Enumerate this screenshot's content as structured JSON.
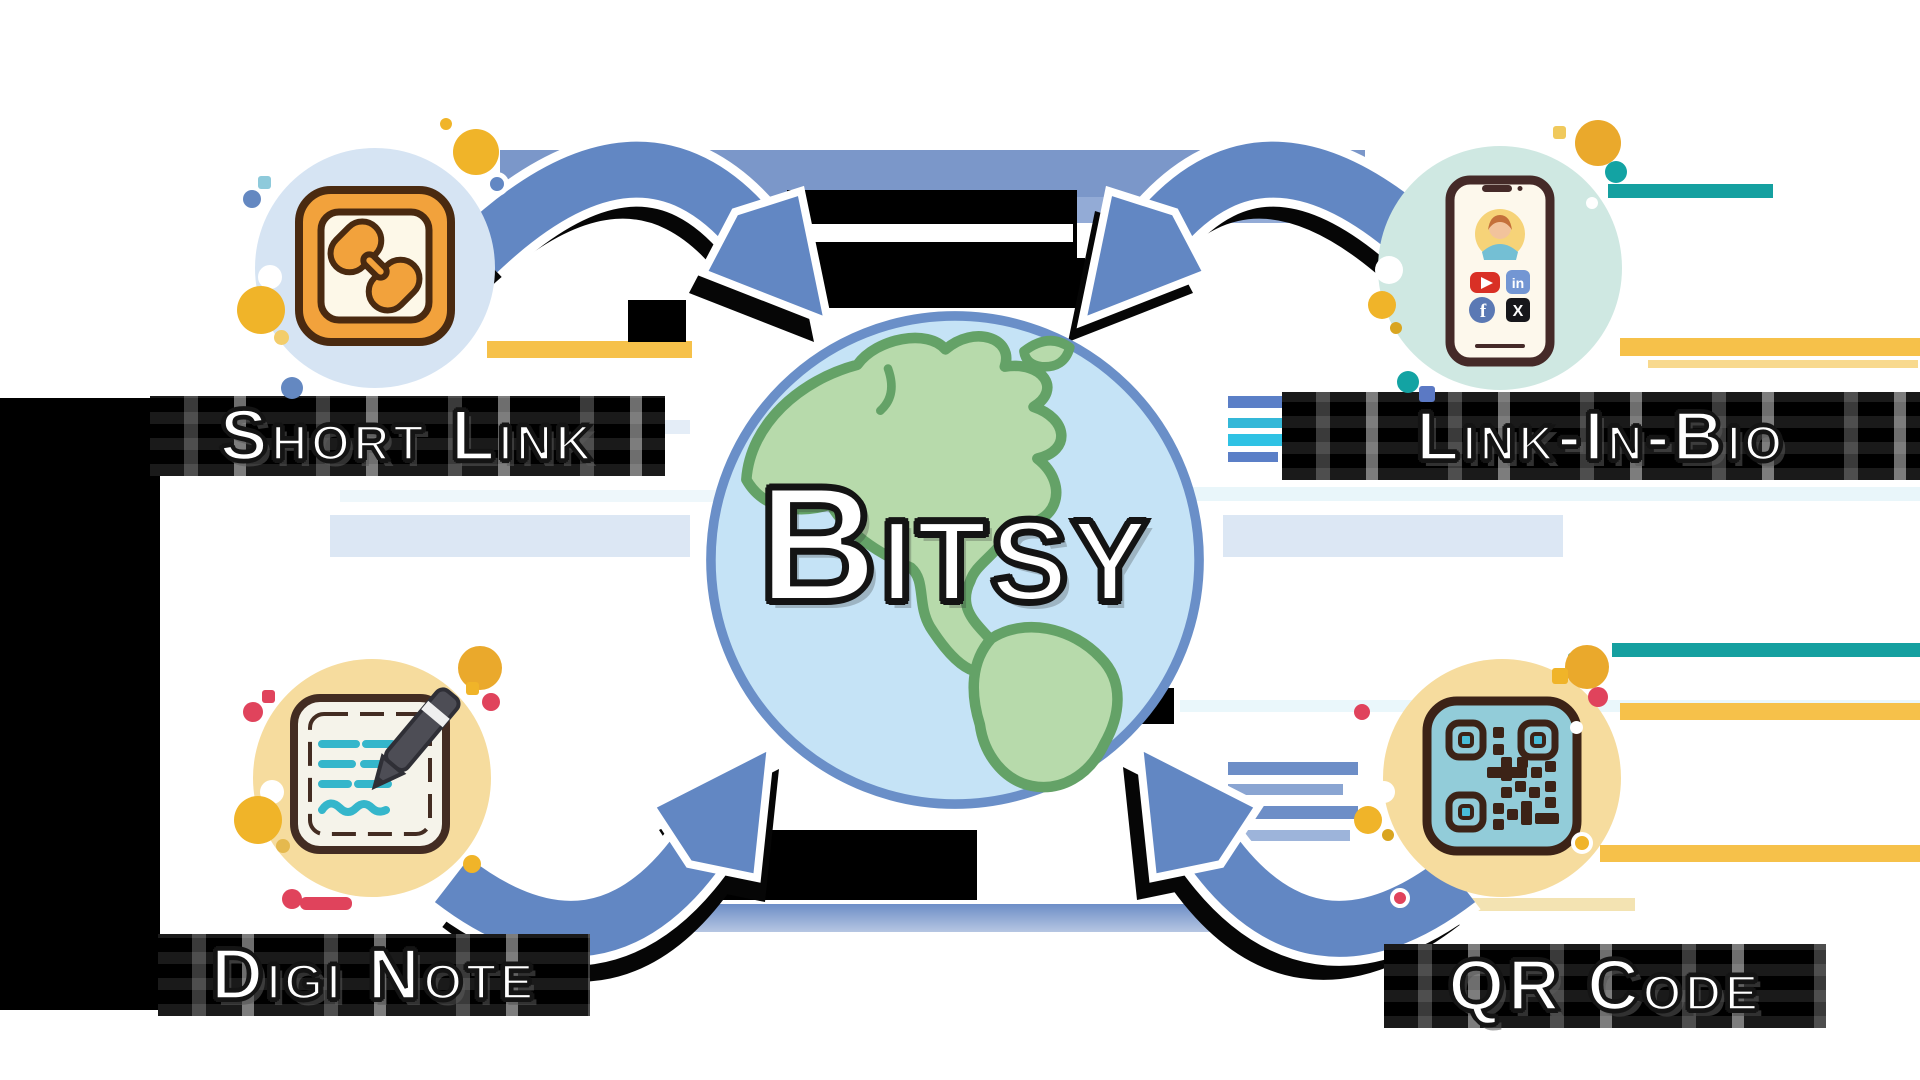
{
  "brand": {
    "name": "Bitsy"
  },
  "diagram": {
    "features": [
      {
        "label": "Short Link",
        "icon": "link-icon"
      },
      {
        "label": "Link-In-Bio",
        "icon": "phone-profile-icon",
        "social": [
          {
            "name": "YouTube"
          },
          {
            "name": "LinkedIn",
            "text": "in"
          },
          {
            "name": "Facebook",
            "text": "f"
          },
          {
            "name": "X",
            "text": "X"
          }
        ]
      },
      {
        "label": "Digi Note",
        "icon": "note-pen-icon"
      },
      {
        "label": "QR Code",
        "icon": "qr-code-icon"
      }
    ]
  },
  "colors": {
    "arrow": "#6287c3",
    "globe_water": "#c5e3f6",
    "globe_border": "#6a8fc8",
    "land": "#b7daab",
    "land_stroke": "#64a267",
    "node_short_link_bg": "#d6e4f3",
    "node_link_in_bio_bg": "#cfe8e2",
    "node_digi_note_bg": "#f6dc9e",
    "node_qr_code_bg": "#f6dc9e",
    "accent_orange": "#f2a23c",
    "accent_teal": "#35b6cb",
    "qr_panel": "#92ccd9",
    "dot_yellow": "#f0b429",
    "dot_red": "#e0435c",
    "dot_teal": "#13a3a3",
    "youtube_red": "#d93025",
    "linkedin_blue": "#7396d3",
    "facebook_blue": "#5b79b4",
    "x_black": "#17171b"
  }
}
